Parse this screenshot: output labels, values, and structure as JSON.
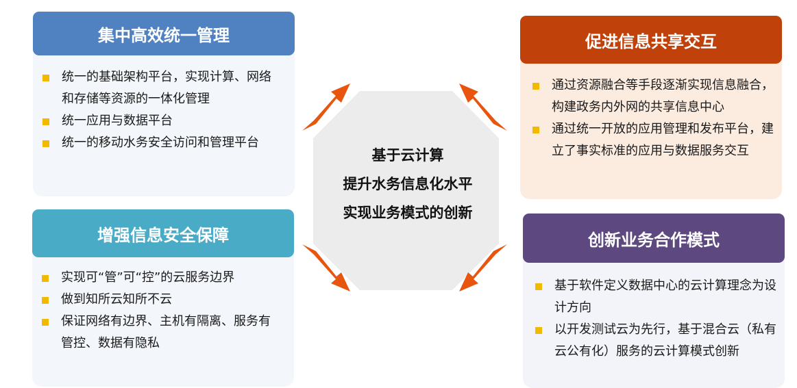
{
  "center": {
    "lines": [
      "基于云计算",
      "提升水务信息化水平",
      "实现业务模式的创新"
    ]
  },
  "panels": {
    "top_left": {
      "title": "集中高效统一管理",
      "items": [
        "统一的基础架构平台，实现计算、网络和存储等资源的一体化管理",
        "统一应用与数据平台",
        "统一的移动水务安全访问和管理平台"
      ]
    },
    "top_right": {
      "title": "促进信息共享交互",
      "items": [
        "通过资源融合等手段逐渐实现信息融合，构建政务内外网的共享信息中心",
        "通过统一开放的应用管理和发布平台，建立了事实标准的应用与数据服务交互"
      ]
    },
    "bottom_left": {
      "title": "增强信息安全保障",
      "items": [
        "实现可“管”可“控”的云服务边界",
        "做到知所云知所不云",
        "保证网络有边界、主机有隔离、服务有管控、数据有隐私"
      ]
    },
    "bottom_right": {
      "title": "创新业务合作模式",
      "items": [
        "基于软件定义数据中心的云计算理念为设计方向",
        "以开发测试云为先行，基于混合云（私有云公有化）服务的云计算模式创新"
      ]
    }
  },
  "colors": {
    "header_top_left": "#5081c1",
    "header_top_right": "#c0420a",
    "header_bottom_left": "#49abc6",
    "header_bottom_right": "#5d4880",
    "arrow": "#e8550f",
    "bullet": "#f3b800",
    "octagon": "#ececec"
  },
  "icons": {
    "connector": "zigzag-arrow-icon",
    "bullet": "square-bullet-icon"
  }
}
